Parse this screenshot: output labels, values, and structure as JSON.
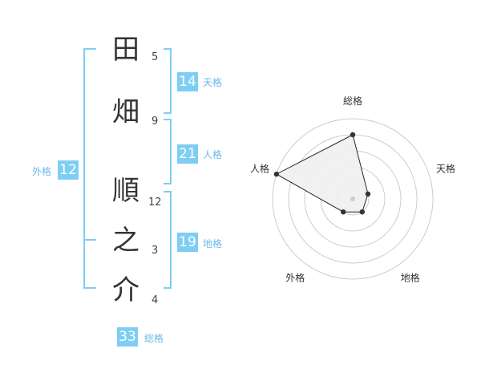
{
  "name_chars": [
    {
      "char": "田",
      "strokes": "5"
    },
    {
      "char": "畑",
      "strokes": "9"
    },
    {
      "char": "順",
      "strokes": "12"
    },
    {
      "char": "之",
      "strokes": "3"
    },
    {
      "char": "介",
      "strokes": "4"
    }
  ],
  "kaku": {
    "tenkaku": {
      "value": "14",
      "label": "天格"
    },
    "jinkaku": {
      "value": "21",
      "label": "人格"
    },
    "chikaku": {
      "value": "19",
      "label": "地格"
    },
    "gaikaku": {
      "value": "12",
      "label": "外格"
    },
    "soukaku": {
      "value": "33",
      "label": "総格"
    }
  },
  "colors": {
    "accent": "#7ecef4",
    "accent_text": "#6ab9e6",
    "kanji": "#333333"
  },
  "chart_data": {
    "type": "radar",
    "axes": [
      "総格",
      "天格",
      "地格",
      "外格",
      "人格"
    ],
    "rings": 5,
    "values": [
      4,
      1,
      1,
      1,
      5
    ],
    "max": 5,
    "fill": "#f0f0f0",
    "line_color": "#222222",
    "ring_color": "#cccccc"
  }
}
